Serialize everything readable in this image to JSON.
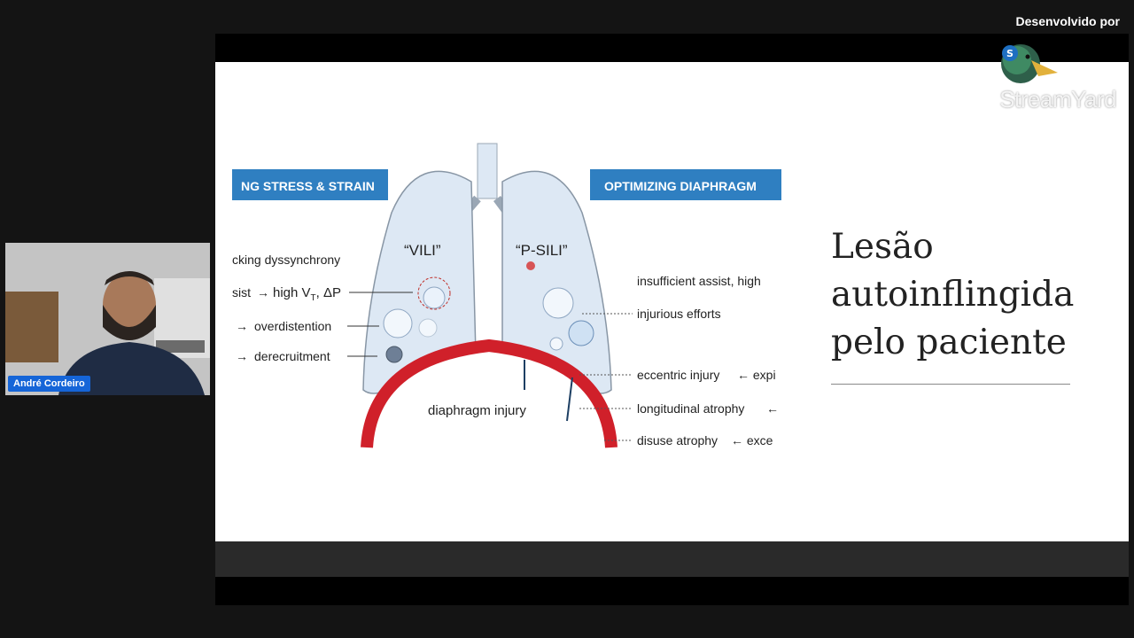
{
  "branding": {
    "developed_by": "Desenvolvido por",
    "logo_text": "StreamYard",
    "logo_icon": "duck-logo-icon"
  },
  "camera": {
    "participant_name": "André Cordeiro"
  },
  "slide": {
    "title_lines": [
      "Lesão",
      "autoinflingida",
      "pelo paciente"
    ],
    "diagram": {
      "banner_left": "NG STRESS & STRAIN",
      "banner_right": "OPTIMIZING DIAPHRAGM",
      "lung_left_label": "“VILI”",
      "lung_right_label": "“P-SILI”",
      "left_items": {
        "dyssynchrony": "cking dyssynchrony",
        "assist": "sist",
        "high_vt": "high V",
        "high_vt_sub": "T",
        "high_vt_tail": ", ΔP",
        "overdistention": "overdistention",
        "derecruitment": "derecruitment"
      },
      "right_items": {
        "insufficient": "insufficient assist, high",
        "injurious": "injurious efforts",
        "eccentric": "eccentric injury",
        "eccentric_tail": "expi",
        "longitudinal": "longitudinal atrophy",
        "disuse": "disuse atrophy",
        "disuse_tail": "exce"
      },
      "center_label": "diaphragm injury"
    },
    "colors": {
      "banner": "#2f7fc1",
      "lung_fill": "#dde8f4",
      "diaphragm": "#d0202a",
      "text": "#222222"
    }
  }
}
